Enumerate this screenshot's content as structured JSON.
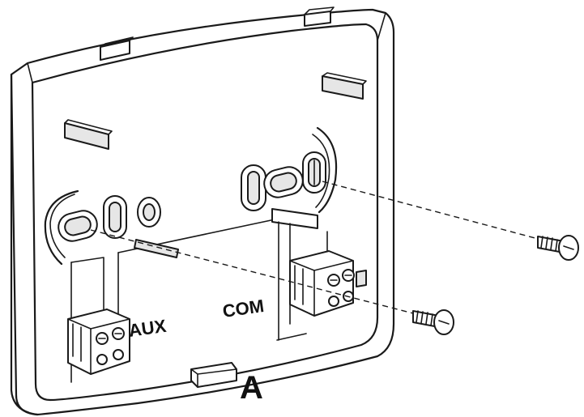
{
  "labels": {
    "aux": "AUX",
    "com": "COM",
    "a": "A"
  },
  "colors": {
    "stroke": "#1a1a1a",
    "face": "#ffffff",
    "shade": "#e6e6e6"
  }
}
